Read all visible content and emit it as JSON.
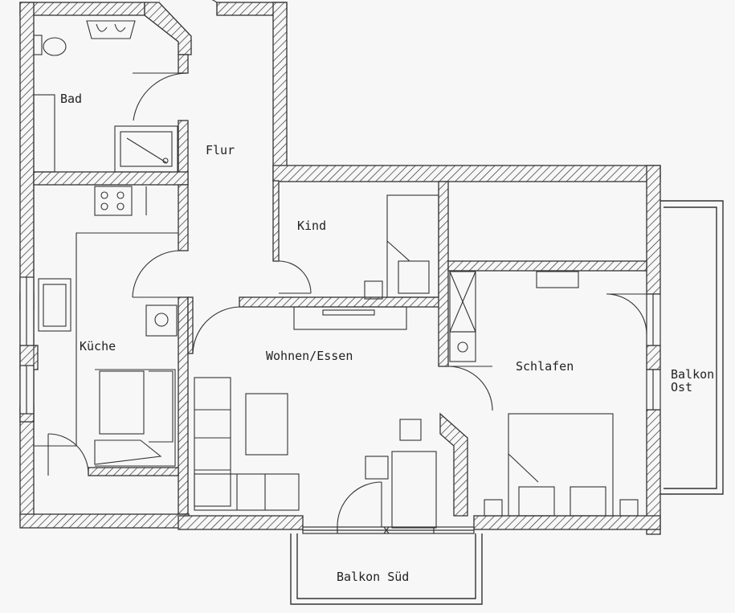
{
  "rooms": {
    "bad": "Bad",
    "flur": "Flur",
    "kind": "Kind",
    "kueche": "Küche",
    "wohnen": "Wohnen/Essen",
    "schlafen": "Schlafen",
    "balkon_ost_1": "Balkon",
    "balkon_ost_2": "Ost",
    "balkon_sued": "Balkon Süd"
  },
  "colors": {
    "line": "#333333",
    "paper": "#f7f7f7"
  }
}
